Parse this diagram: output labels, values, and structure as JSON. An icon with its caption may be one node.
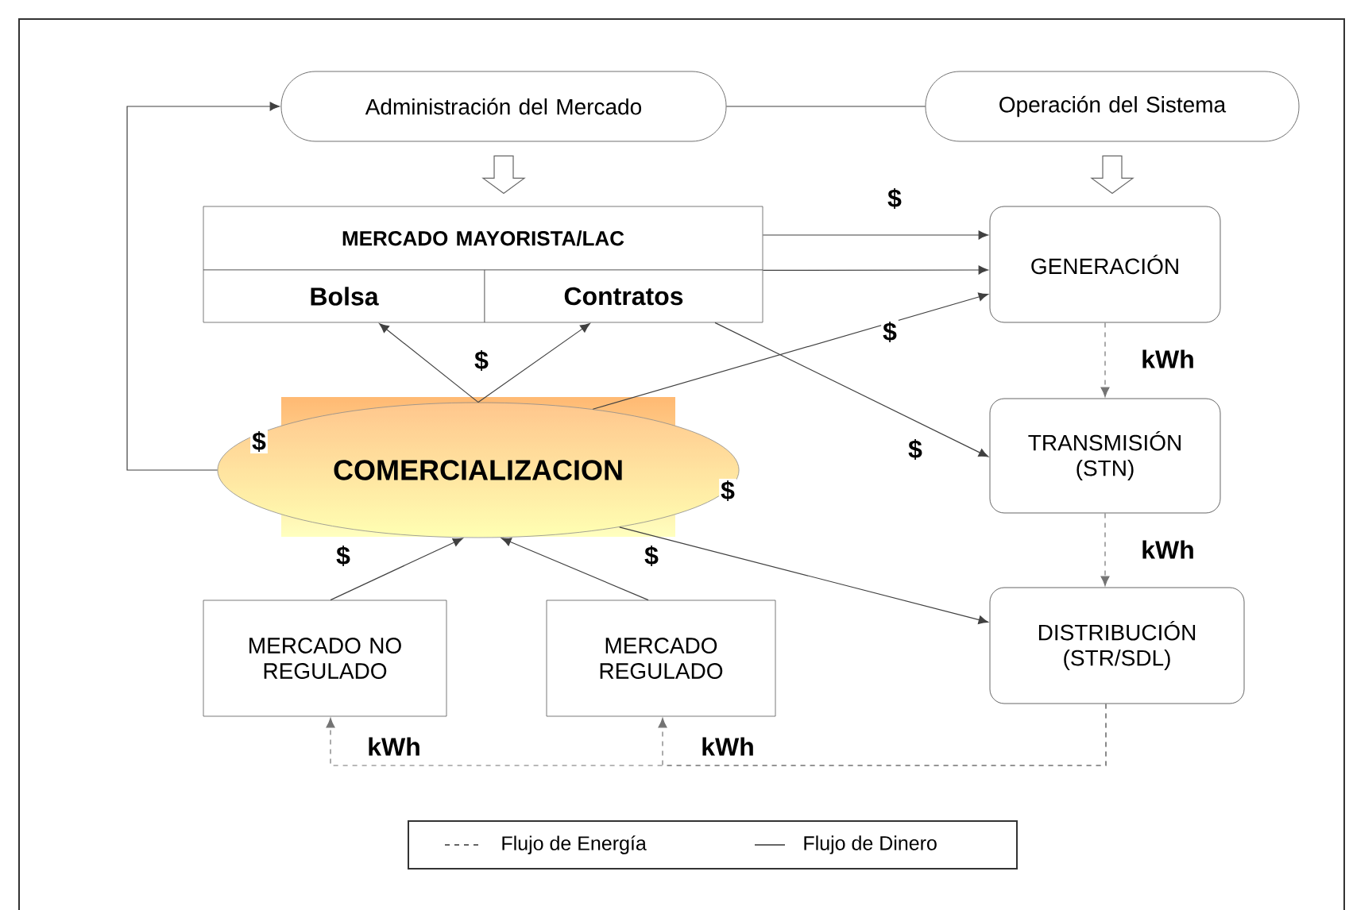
{
  "diagram": {
    "nodes": [
      {
        "text": [
          "Administración del Mercado"
        ]
      },
      {
        "text": [
          "Operación del Sistema"
        ]
      },
      {
        "text": [
          "MERCADO MAYORISTA/LAC"
        ]
      },
      {
        "text": [
          "Bolsa"
        ]
      },
      {
        "text": [
          "Contratos"
        ]
      },
      {
        "text": [
          "GENERACIÓN"
        ]
      },
      {
        "text": [
          "COMERCIALIZACION"
        ]
      },
      {
        "text": [
          "TRANSMISIÓN (STN)"
        ]
      },
      {
        "text": [
          "MERCADO NO REGULADO"
        ]
      },
      {
        "text": [
          "MERCADO REGULADO"
        ]
      },
      {
        "text": [
          "DISTRIBUCIÓN (STR/SDL)"
        ]
      }
    ],
    "edges": [
      {
        "from": 6,
        "to": 0,
        "arrow": "to",
        "label": "$"
      },
      {
        "from": 0,
        "to": 1,
        "arrow": "none"
      },
      {
        "from": 0,
        "to": 2,
        "arrow": "to"
      },
      {
        "from": 1,
        "to": 5,
        "arrow": "to"
      },
      {
        "from": 2,
        "to": 5,
        "arrow": "to",
        "label": "$"
      },
      {
        "from": 2,
        "to": 5,
        "arrow": "to"
      },
      {
        "from": 6,
        "to": 3,
        "arrow": "to",
        "label": "$"
      },
      {
        "from": 6,
        "to": 4,
        "arrow": "to"
      },
      {
        "from": 6,
        "to": 5,
        "arrow": "to",
        "label": "$"
      },
      {
        "from": 4,
        "to": 7,
        "arrow": "to",
        "label": "$"
      },
      {
        "from": 6,
        "to": 10,
        "arrow": "to",
        "label": "$"
      },
      {
        "from": 8,
        "to": 6,
        "arrow": "to",
        "label": "$"
      },
      {
        "from": 9,
        "to": 6,
        "arrow": "to",
        "label": "$"
      },
      {
        "from": 5,
        "to": 7,
        "arrow": "to",
        "label": "kWh",
        "style": "dashed"
      },
      {
        "from": 7,
        "to": 10,
        "arrow": "to",
        "label": "kWh",
        "style": "dashed"
      },
      {
        "from": 10,
        "to": 8,
        "arrow": "to",
        "label": "kWh",
        "style": "dashed"
      },
      {
        "from": 10,
        "to": 9,
        "arrow": "to",
        "label": "kWh",
        "style": "dashed"
      }
    ],
    "legend": [
      {
        "text": "Flujo de Energía"
      },
      {
        "text": "Flujo de Dinero"
      }
    ]
  }
}
